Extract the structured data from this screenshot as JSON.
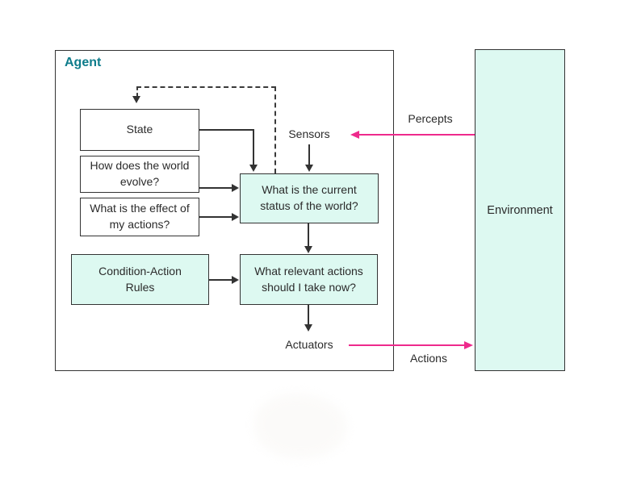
{
  "diagram": {
    "agent_label": "Agent",
    "environment_label": "Environment",
    "nodes": {
      "state": "State",
      "world_evolve": "How does the world evolve?",
      "action_effect": "What is the effect of my actions?",
      "current_status": "What is the current status of the world?",
      "condition_action_rules": "Condition-Action Rules",
      "relevant_actions": "What relevant actions should I take now?"
    },
    "io_labels": {
      "sensors": "Sensors",
      "percepts": "Percepts",
      "actuators": "Actuators",
      "actions": "Actions"
    },
    "colors": {
      "node_fill_teal": "#ddf9f1",
      "agent_title_teal": "#0e7c8b",
      "signal_pink": "#ee2a8c",
      "line_color": "#333333"
    }
  }
}
